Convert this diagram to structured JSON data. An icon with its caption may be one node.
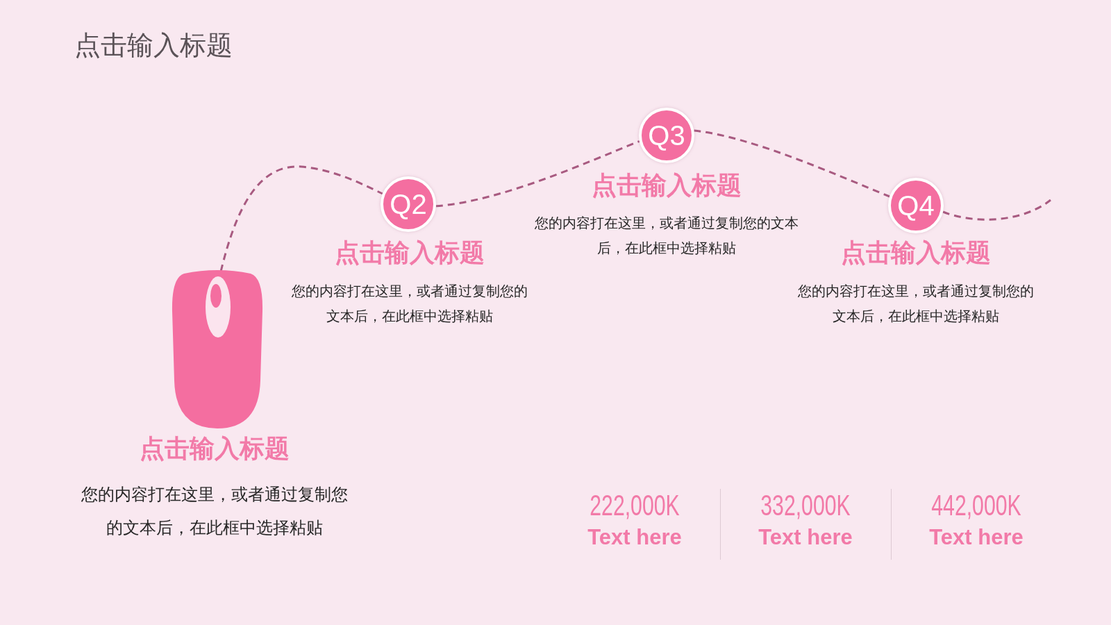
{
  "diagram": {
    "title": "点击输入标题",
    "nodes": [
      {
        "text": [],
        "shape": "picture",
        "beside": [
          "点击输入标题",
          "您的内容打在这里，或者通过复制您的文本后，在此框中选择粘贴"
        ]
      },
      {
        "text": [
          "Q2"
        ],
        "beside": [
          "点击输入标题",
          "您的内容打在这里，或者通过复制您的文本后，在此框中选择粘贴"
        ]
      },
      {
        "text": [
          "Q3"
        ],
        "beside": [
          "点击输入标题",
          "您的内容打在这里，或者通过复制您的文本后，在此框中选择粘贴"
        ]
      },
      {
        "text": [
          "Q4"
        ],
        "beside": [
          "点击输入标题",
          "您的内容打在这里，或者通过复制您的文本后，在此框中选择粘贴"
        ]
      }
    ],
    "edges": [
      {
        "from": 0,
        "to": 1,
        "arrow": "none",
        "style": "dashed"
      },
      {
        "from": 1,
        "to": 2,
        "arrow": "none",
        "style": "dashed"
      },
      {
        "from": 2,
        "to": 3,
        "arrow": "none",
        "style": "dashed"
      },
      {
        "from": 3,
        "to": null,
        "arrow": "none",
        "style": "dashed"
      }
    ],
    "labels": [
      "222,000K",
      "Text here",
      "332,000K",
      "Text here",
      "442,000K",
      "Text here"
    ]
  }
}
